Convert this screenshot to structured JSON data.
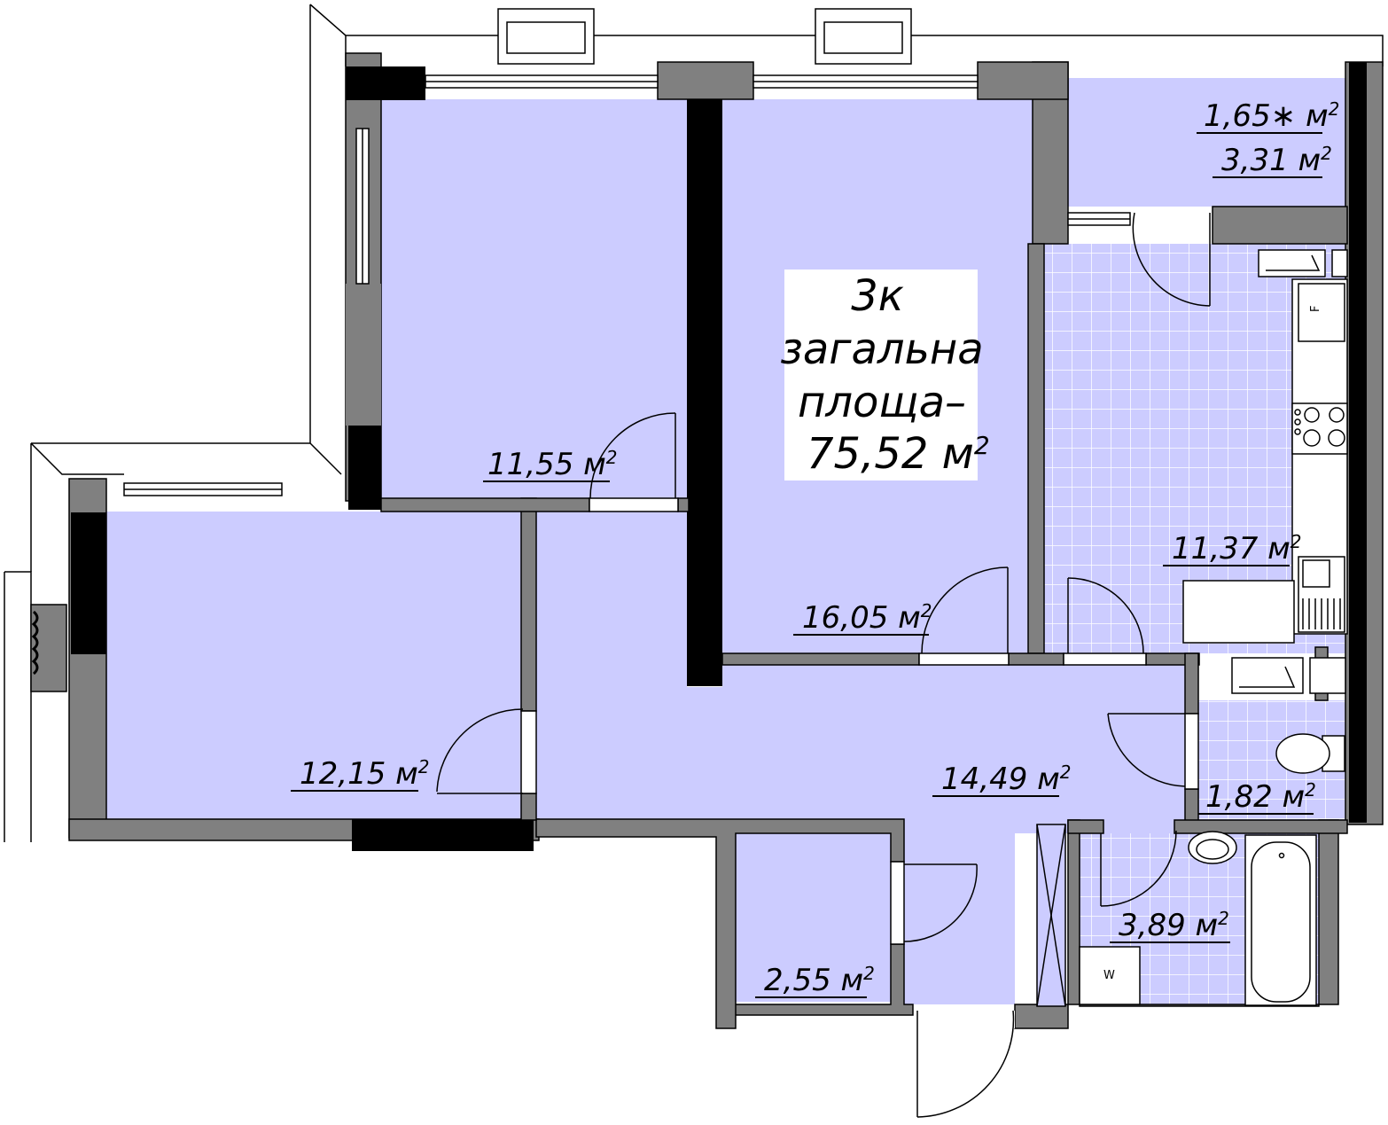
{
  "plan": {
    "title_lines": [
      "3к",
      "загальна",
      "площа–"
    ],
    "total_area_value": "75,52 м",
    "total_area_sup": "2",
    "colors": {
      "room_fill": "#ccccff",
      "tile_line": "#ffffff",
      "wall_dark": "#000000",
      "wall_gray": "#808080",
      "outline": "#000000"
    },
    "rooms": [
      {
        "name": "bedroom-top-left",
        "area": "11,55 м",
        "sup": "2"
      },
      {
        "name": "bedroom-center",
        "area": "16,05 м",
        "sup": "2"
      },
      {
        "name": "room-left",
        "area": "12,15 м",
        "sup": "2"
      },
      {
        "name": "hallway",
        "area": "14,49 м",
        "sup": "2"
      },
      {
        "name": "storage",
        "area": "2,55 м",
        "sup": "2"
      },
      {
        "name": "kitchen",
        "area": "11,37 м",
        "sup": "2"
      },
      {
        "name": "toilet",
        "area": "1,82 м",
        "sup": "2"
      },
      {
        "name": "bathroom",
        "area": "3,89 м",
        "sup": "2"
      },
      {
        "name": "balcony-reduced",
        "area": "1,65∗ м",
        "sup": "2"
      },
      {
        "name": "balcony",
        "area": "3,31 м",
        "sup": "2"
      }
    ],
    "appliance_labels": {
      "fridge": "F",
      "washer": "W"
    }
  }
}
